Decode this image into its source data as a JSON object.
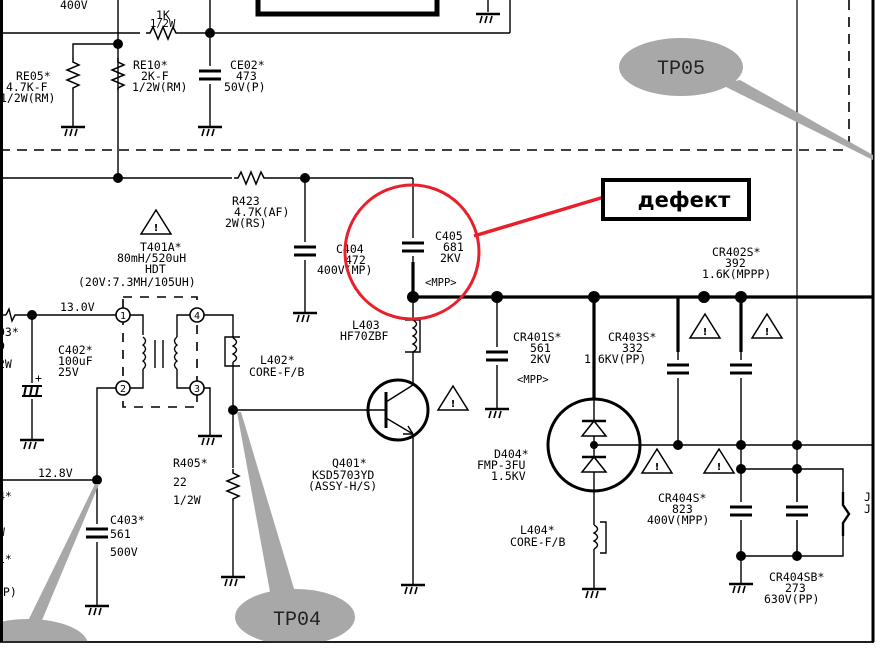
{
  "colors": {
    "defect_marker": "#e8202a",
    "test_point": "#a8a8a8",
    "wire": "#000000"
  },
  "annotations": {
    "defect_label": "дефект",
    "test_points": [
      "TP05",
      "TP04"
    ]
  },
  "components": {
    "top_cap_voltage": "400V",
    "top_resistor": {
      "value": "1K",
      "power": "1/2W"
    },
    "RE05": {
      "ref": "RE05*",
      "value": "4.7K-F",
      "power": "1/2W(RM)"
    },
    "RE10": {
      "ref": "RE10*",
      "value": "2K-F",
      "power": "1/2W(RM)"
    },
    "CE02": {
      "ref": "CE02*",
      "value": "473",
      "voltage": "50V(P)"
    },
    "R423": {
      "ref": "R423",
      "value": "4.7K(AF)",
      "power": "2W(RS)"
    },
    "C404": {
      "ref": "C404",
      "value": "472",
      "voltage": "400V(MP)"
    },
    "C405": {
      "ref": "C405",
      "value": "681",
      "voltage": "2KV",
      "type": "<MPP>"
    },
    "T401A": {
      "ref": "T401A*",
      "value": "80mH/520uH",
      "name": "HDT",
      "spec": "(20V:7.3MH/105UH)",
      "pins": [
        "1",
        "2",
        "3",
        "4"
      ]
    },
    "net_13v": "13.0V",
    "net_12v8": "12.8V",
    "left_partial": [
      "03*",
      "D",
      "2W",
      "4*",
      "W",
      "1*",
      "(P)"
    ],
    "C402": {
      "ref": "C402*",
      "value": "100uF",
      "voltage": "25V",
      "polarity": "+"
    },
    "L402": {
      "ref": "L402*",
      "core": "CORE-F/B"
    },
    "L403": {
      "ref": "L403",
      "value": "HF70ZBF"
    },
    "R405": {
      "ref": "R405*",
      "value": "22",
      "power": "1/2W"
    },
    "C403": {
      "ref": "C403*",
      "value": "561",
      "voltage": "500V"
    },
    "Q401": {
      "ref": "Q401*",
      "part": "KSD5703YD",
      "note": "(ASSY-H/S)"
    },
    "CR401S": {
      "ref": "CR401S*",
      "value": "561",
      "voltage": "2KV",
      "type": "<MPP>"
    },
    "CR403S": {
      "ref": "CR403S*",
      "value": "332",
      "voltage": "1.6KV(PP)"
    },
    "CR402S": {
      "ref": "CR402S*",
      "value": "392",
      "voltage": "1.6K(MPPP)"
    },
    "D404": {
      "ref": "D404*",
      "part": "FMP-3FU",
      "voltage": "1.5KV"
    },
    "L404": {
      "ref": "L404*",
      "core": "CORE-F/B"
    },
    "CR404S": {
      "ref": "CR404S*",
      "value": "823",
      "voltage": "400V(MPP)"
    },
    "CR404SB": {
      "ref": "CR404SB*",
      "value": "273",
      "voltage": "630V(PP)"
    },
    "jumper": "J"
  }
}
